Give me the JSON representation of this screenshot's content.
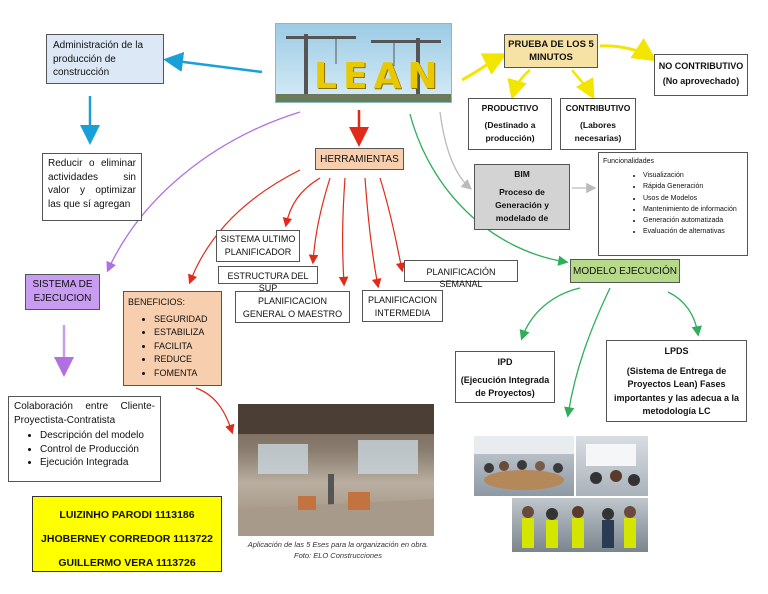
{
  "logo": {
    "text": "LEAN"
  },
  "admin": {
    "text": "Administración de la producción de construcción"
  },
  "reducir": {
    "text": "Reducir o eliminar actividades sin valor y optimizar las que sí agregan"
  },
  "sistema": {
    "text": "SISTEMA DE EJECUCION"
  },
  "colab": {
    "title": "Colaboración entre Cliente-Proyectista-Contratista",
    "items": [
      "Descripción del modelo",
      "Control de Producción",
      "Ejecución Integrada"
    ]
  },
  "authors": [
    "LUIZINHO PARODI  1113186",
    "JHOBERNEY CORREDOR 1113722",
    "GUILLERMO VERA  1113726"
  ],
  "herramientas": {
    "text": "HERRAMIENTAS"
  },
  "sup": {
    "text": "SISTEMA ULTIMO PLANIFICADOR"
  },
  "estructura": {
    "text": "ESTRUCTURA DEL SUP"
  },
  "semanal": {
    "text": "PLANIFICACIÓN SEMANAL"
  },
  "general": {
    "text": "PLANIFICACION GENERAL O MAESTRO"
  },
  "intermedia": {
    "text": "PLANIFICACION INTERMEDIA"
  },
  "beneficios": {
    "title": "BENEFICIOS:",
    "items": [
      "SEGURIDAD",
      "ESTABILIZA",
      "FACILITA",
      "REDUCE",
      "FOMENTA"
    ]
  },
  "caption": {
    "text": "Aplicación de las 5 Eses para la organización en obra. Foto: ELO Construcciones"
  },
  "prueba": {
    "text": "PRUEBA DE LOS 5 MINUTOS"
  },
  "nocontrib": {
    "title": "NO CONTRIBUTIVO",
    "sub": "(No aprovechado)"
  },
  "productivo": {
    "title": "PRODUCTIVO",
    "sub": "(Destinado a producción)"
  },
  "contributivo": {
    "title": "CONTRIBUTIVO",
    "sub": "(Labores necesarias)"
  },
  "bim": {
    "title": "BIM",
    "sub": "Proceso de Generación y modelado de"
  },
  "funcionalidades": {
    "title": "Funcionalidades",
    "items": [
      "Visualización",
      "Rápida Generación",
      "Usos de Modelos",
      "Mantenimiento de información",
      "Generación automatizada",
      "Evaluación de alternativas"
    ]
  },
  "modelo": {
    "text": "MODELO EJECUCIÓN"
  },
  "ipd": {
    "title": "IPD",
    "sub": "(Ejecución Integrada de Proyectos)"
  },
  "lpds": {
    "title": "LPDS",
    "sub": "(Sistema de Entrega de Proyectos Lean) Fases importantes y las adecua a la metodología LC"
  },
  "colors": {
    "blue": "#1aa0d8",
    "red": "#e02a1a",
    "yellow": "#f2e600",
    "green": "#2fae5a",
    "purple": "#b070e0",
    "gray": "#bbbbbb"
  }
}
